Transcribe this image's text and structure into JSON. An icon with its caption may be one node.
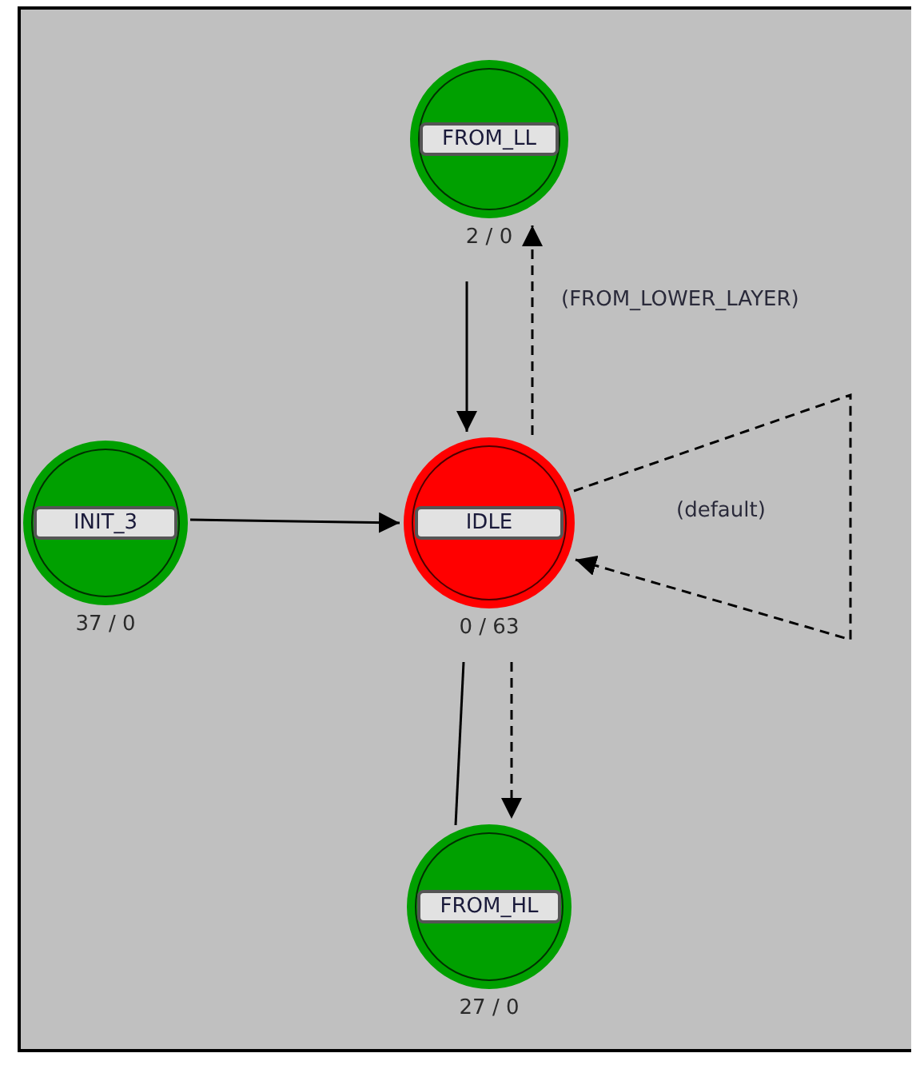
{
  "diagram": {
    "nodes": [
      {
        "text": [
          "FROM_LL"
        ],
        "beside": [
          "2 / 0"
        ]
      },
      {
        "text": [
          "INIT_3"
        ],
        "beside": [
          "37 / 0"
        ]
      },
      {
        "text": [
          "IDLE"
        ],
        "beside": [
          "0 / 63"
        ]
      },
      {
        "text": [
          "FROM_HL"
        ],
        "beside": [
          "27 / 0"
        ]
      }
    ],
    "edges": [
      {
        "from": 0,
        "to": 2,
        "arrow": "to"
      },
      {
        "from": 2,
        "to": 0,
        "arrow": "to",
        "style": "dashed",
        "label": "(FROM_LOWER_LAYER)"
      },
      {
        "from": 1,
        "to": 2,
        "arrow": "to"
      },
      {
        "from": 2,
        "to": 2,
        "arrow": "to",
        "style": "dashed",
        "label": "(default)"
      },
      {
        "from": 2,
        "to": 3,
        "arrow": "to",
        "style": "dashed"
      },
      {
        "from": 3,
        "to": 2,
        "arrow": "none"
      }
    ]
  }
}
